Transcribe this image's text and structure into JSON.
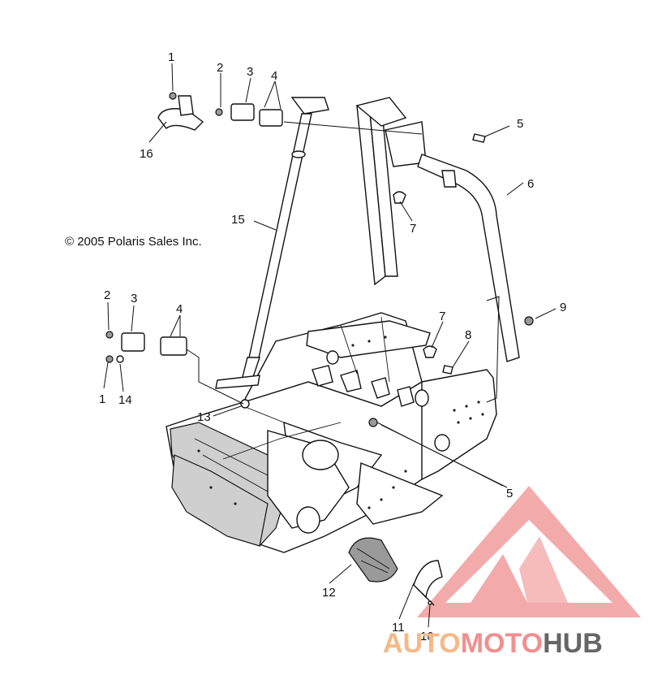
{
  "copyright": "© 2005 Polaris Sales Inc.",
  "callouts": {
    "c1a": "1",
    "c2a": "2",
    "c3a": "3",
    "c4a": "4",
    "c5a": "5",
    "c6": "6",
    "c7a": "7",
    "c16": "16",
    "c15": "15",
    "c9": "9",
    "c2b": "2",
    "c3b": "3",
    "c4b": "4",
    "c7b": "7",
    "c8": "8",
    "c1b": "1",
    "c14": "14",
    "c13": "13",
    "c5b": "5",
    "c12": "12",
    "c11": "11",
    "c10": "10"
  },
  "watermark": {
    "part1": "AUTO",
    "part2": "MOTO",
    "part3": "HUB",
    "color_light": "#f7b98a",
    "color_red": "#f1a0a0",
    "color_gray": "#6a6a6a"
  }
}
